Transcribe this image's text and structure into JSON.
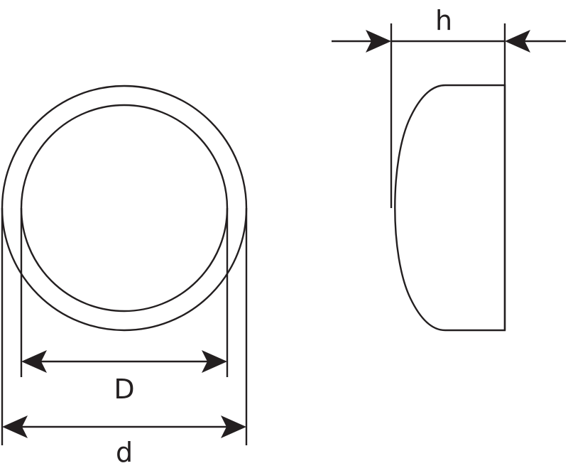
{
  "labels": {
    "inner_diameter": "D",
    "outer_diameter": "d",
    "height": "h"
  },
  "colors": {
    "stroke": "#231f20",
    "background": "#ffffff"
  }
}
